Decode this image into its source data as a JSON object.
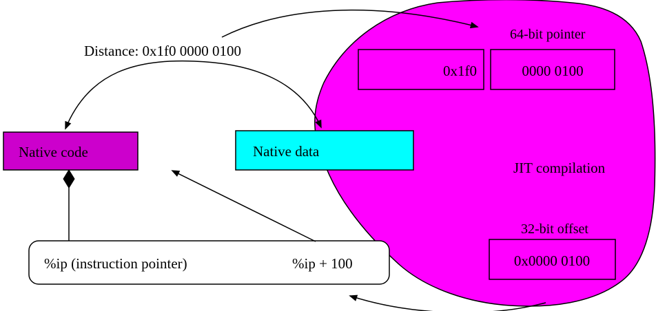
{
  "diagram": {
    "distance_label": "Distance: 0x1f0 0000 0100",
    "pointer": {
      "label": "64-bit pointer",
      "high_value": "0x1f0",
      "low_value": "0000 0100"
    },
    "jit_label": "JIT compilation",
    "offset": {
      "label": "32-bit offset",
      "value": "0x0000 0100"
    },
    "native_code_label": "Native code",
    "native_data_label": "Native data",
    "ip_box": {
      "ip_label": "%ip (instruction pointer)",
      "ip_plus_label": "%ip + 100"
    },
    "colors": {
      "background": "#ffffff",
      "blob": "#ff00ff",
      "native_code": "#cc00cc",
      "native_data": "#00ffff",
      "line": "#000000"
    }
  }
}
